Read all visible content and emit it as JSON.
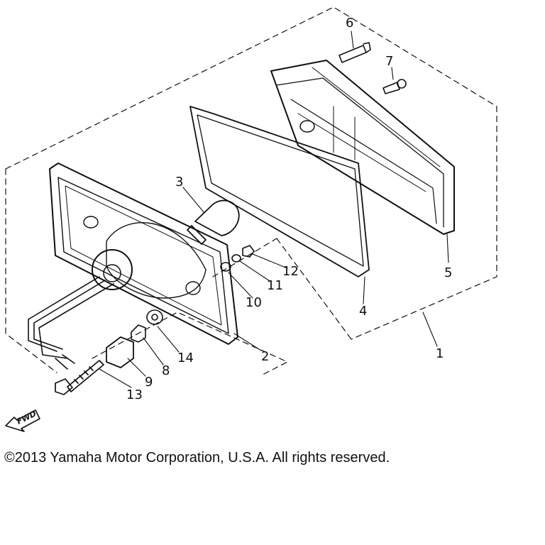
{
  "parts": [
    {
      "id": "part-1",
      "label": "1"
    },
    {
      "id": "part-2",
      "label": "2"
    },
    {
      "id": "part-3",
      "label": "3"
    },
    {
      "id": "part-4",
      "label": "4"
    },
    {
      "id": "part-5",
      "label": "5"
    },
    {
      "id": "part-6",
      "label": "6"
    },
    {
      "id": "part-7",
      "label": "7"
    },
    {
      "id": "part-8",
      "label": "8"
    },
    {
      "id": "part-9",
      "label": "9"
    },
    {
      "id": "part-10",
      "label": "10"
    },
    {
      "id": "part-11",
      "label": "11"
    },
    {
      "id": "part-12",
      "label": "12"
    },
    {
      "id": "part-13",
      "label": "13"
    },
    {
      "id": "part-14",
      "label": "14"
    }
  ],
  "direction_marker": "FWD",
  "copyright": "©2013 Yamaha Motor Corporation, U.S.A. All rights reserved."
}
